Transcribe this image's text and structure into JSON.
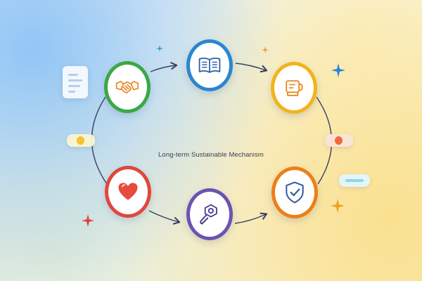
{
  "diagram": {
    "center_label": "Long-term Sustainable Mechanism",
    "nodes": [
      {
        "id": "handshake",
        "icon": "handshake-icon",
        "color": "#3aa845"
      },
      {
        "id": "book",
        "icon": "open-book-icon",
        "color": "#2a86cf"
      },
      {
        "id": "lightbulb",
        "icon": "lightbulb-icon",
        "color": "#f2b31b"
      },
      {
        "id": "heart",
        "icon": "heart-icon",
        "color": "#e0473d"
      },
      {
        "id": "wrench",
        "icon": "wrench-icon",
        "color": "#6b53b3"
      },
      {
        "id": "shield",
        "icon": "shield-check-icon",
        "color": "#ee7f16"
      }
    ],
    "decorations": {
      "doc_card_color": "#b8cdea",
      "pill_left_color": "#f5c230",
      "pill_right_color": "#ef6a3a",
      "pill_blue_color": "#8fd6ef",
      "sparkle_blue": "#2f86d6",
      "sparkle_orange": "#f0a020",
      "sparkle_red": "#e04040"
    }
  }
}
